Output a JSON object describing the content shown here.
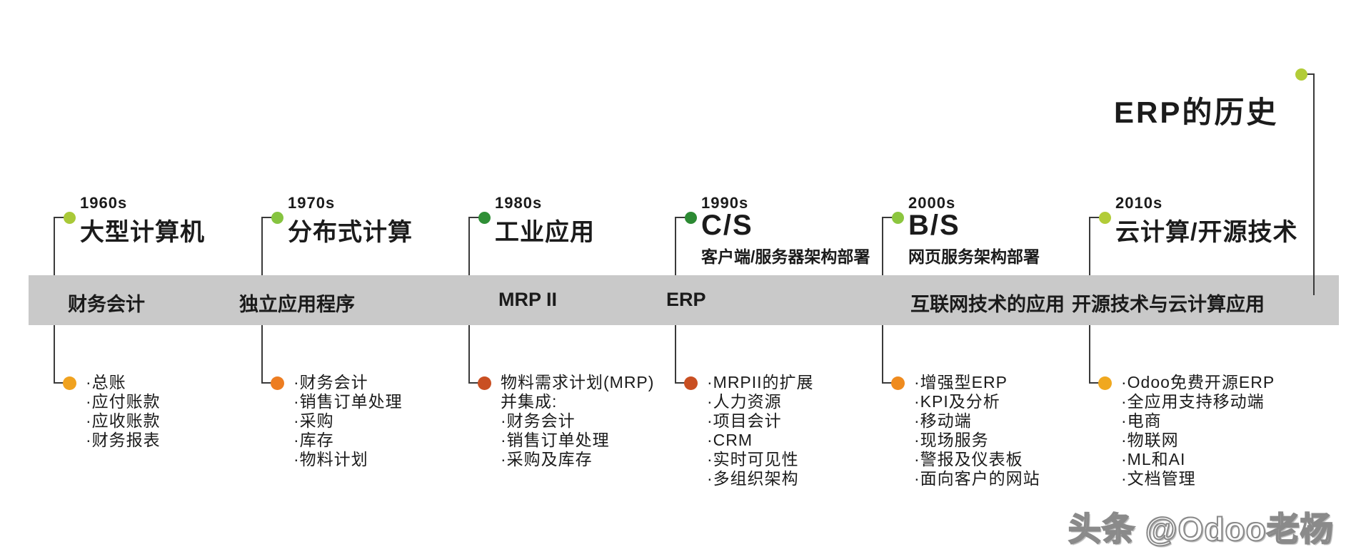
{
  "page_title": "ERP的历史",
  "watermark": "头条 @Odoo老杨",
  "colors": {
    "band": "#c9c9c9",
    "line": "#3a3a3a",
    "title_dot": "#b2cc38"
  },
  "decades": [
    {
      "year": "1960s",
      "title": "大型计算机",
      "band_label": "财务会计",
      "top_dot_color": "#a9c938",
      "list_dot_color": "#f0a21f",
      "items": [
        "·总账",
        "·应付账款",
        "·应收账款",
        "·财务报表"
      ]
    },
    {
      "year": "1970s",
      "title": "分布式计算",
      "band_label": "独立应用程序",
      "top_dot_color": "#86c440",
      "list_dot_color": "#ed7d21",
      "items": [
        "·财务会计",
        "·销售订单处理",
        "·采购",
        "·库存",
        "·物料计划"
      ]
    },
    {
      "year": "1980s",
      "title": "工业应用",
      "band_label": "MRP II",
      "top_dot_color": "#2f8f36",
      "list_dot_color": "#c94f22",
      "items": [
        "物料需求计划(MRP)",
        "并集成:",
        "·财务会计",
        "·销售订单处理",
        "·采购及库存"
      ]
    },
    {
      "year": "1990s",
      "title": "C/S",
      "subtitle": "客户端/服务器架构部署",
      "band_label": "ERP",
      "top_dot_color": "#2c8a33",
      "list_dot_color": "#c94f22",
      "items": [
        "·MRPII的扩展",
        "·人力资源",
        "·项目会计",
        "·CRM",
        "·实时可见性",
        "·多组织架构"
      ]
    },
    {
      "year": "2000s",
      "title": "B/S",
      "subtitle": "网页服务架构部署",
      "band_label": "互联网技术的应用",
      "top_dot_color": "#8cc63f",
      "list_dot_color": "#ef8b1e",
      "items": [
        "·增强型ERP",
        "·KPI及分析",
        "·移动端",
        "·现场服务",
        "·警报及仪表板",
        "·面向客户的网站"
      ]
    },
    {
      "year": "2010s",
      "title": "云计算/开源技术",
      "band_label": "开源技术与云计算应用",
      "top_dot_color": "#b2cc38",
      "list_dot_color": "#f0a81f",
      "items": [
        "·Odoo免费开源ERP",
        "·全应用支持移动端",
        "·电商",
        "·物联网",
        "·ML和AI",
        "·文档管理"
      ]
    }
  ]
}
